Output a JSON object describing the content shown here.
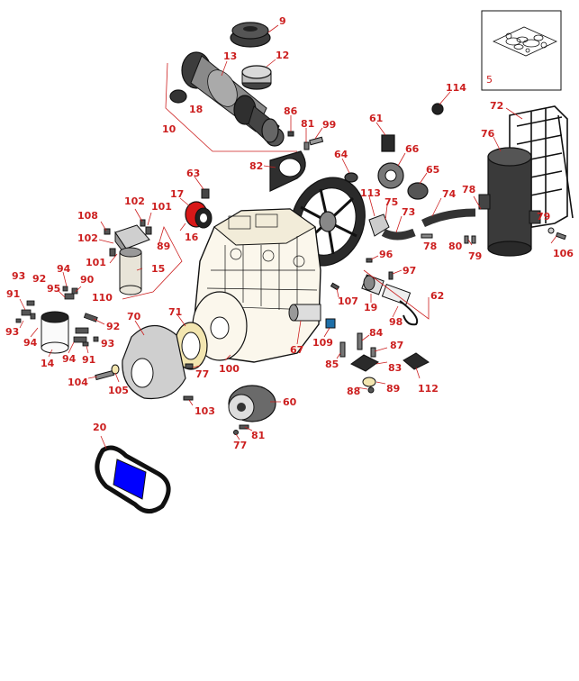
{
  "diagram": {
    "kit_label": "5",
    "callouts": [
      {
        "id": "c9",
        "text": "9"
      },
      {
        "id": "c12",
        "text": "12"
      },
      {
        "id": "c13",
        "text": "13"
      },
      {
        "id": "c18",
        "text": "18"
      },
      {
        "id": "c10",
        "text": "10"
      },
      {
        "id": "c86",
        "text": "86"
      },
      {
        "id": "c81a",
        "text": "81"
      },
      {
        "id": "c99",
        "text": "99"
      },
      {
        "id": "c114",
        "text": "114"
      },
      {
        "id": "c72",
        "text": "72"
      },
      {
        "id": "c61",
        "text": "61"
      },
      {
        "id": "c76",
        "text": "76"
      },
      {
        "id": "c82",
        "text": "82"
      },
      {
        "id": "c64",
        "text": "64"
      },
      {
        "id": "c66",
        "text": "66"
      },
      {
        "id": "c65",
        "text": "65"
      },
      {
        "id": "c63",
        "text": "63"
      },
      {
        "id": "c17",
        "text": "17"
      },
      {
        "id": "c113",
        "text": "113"
      },
      {
        "id": "c75",
        "text": "75"
      },
      {
        "id": "c73",
        "text": "73"
      },
      {
        "id": "c74",
        "text": "74"
      },
      {
        "id": "c78a",
        "text": "78"
      },
      {
        "id": "c79a",
        "text": "79"
      },
      {
        "id": "c108",
        "text": "108"
      },
      {
        "id": "c102a",
        "text": "102"
      },
      {
        "id": "c101a",
        "text": "101"
      },
      {
        "id": "c102b",
        "text": "102"
      },
      {
        "id": "c16",
        "text": "16"
      },
      {
        "id": "c89a",
        "text": "89"
      },
      {
        "id": "c78b",
        "text": "78"
      },
      {
        "id": "c80",
        "text": "80"
      },
      {
        "id": "c79b",
        "text": "79"
      },
      {
        "id": "c106",
        "text": "106"
      },
      {
        "id": "c101b",
        "text": "101"
      },
      {
        "id": "c15",
        "text": "15"
      },
      {
        "id": "c96",
        "text": "96"
      },
      {
        "id": "c94a",
        "text": "94"
      },
      {
        "id": "c93a",
        "text": "93"
      },
      {
        "id": "c92a",
        "text": "92"
      },
      {
        "id": "c90",
        "text": "90"
      },
      {
        "id": "c97",
        "text": "97"
      },
      {
        "id": "c91a",
        "text": "91"
      },
      {
        "id": "c95",
        "text": "95"
      },
      {
        "id": "c110",
        "text": "110"
      },
      {
        "id": "c62",
        "text": "62"
      },
      {
        "id": "c107",
        "text": "107"
      },
      {
        "id": "c19",
        "text": "19"
      },
      {
        "id": "c71",
        "text": "71"
      },
      {
        "id": "c70",
        "text": "70"
      },
      {
        "id": "c92b",
        "text": "92"
      },
      {
        "id": "c98",
        "text": "98"
      },
      {
        "id": "c93b",
        "text": "93"
      },
      {
        "id": "c94b",
        "text": "94"
      },
      {
        "id": "c93c",
        "text": "93"
      },
      {
        "id": "c109",
        "text": "109"
      },
      {
        "id": "c84",
        "text": "84"
      },
      {
        "id": "c67",
        "text": "67"
      },
      {
        "id": "c87",
        "text": "87"
      },
      {
        "id": "c14",
        "text": "14"
      },
      {
        "id": "c94c",
        "text": "94"
      },
      {
        "id": "c91b",
        "text": "91"
      },
      {
        "id": "c85",
        "text": "85"
      },
      {
        "id": "c83",
        "text": "83"
      },
      {
        "id": "c77a",
        "text": "77"
      },
      {
        "id": "c100",
        "text": "100"
      },
      {
        "id": "c104",
        "text": "104"
      },
      {
        "id": "c105",
        "text": "105"
      },
      {
        "id": "c89b",
        "text": "89"
      },
      {
        "id": "c112",
        "text": "112"
      },
      {
        "id": "c88",
        "text": "88"
      },
      {
        "id": "c103",
        "text": "103"
      },
      {
        "id": "c60",
        "text": "60"
      },
      {
        "id": "c20",
        "text": "20"
      },
      {
        "id": "c81b",
        "text": "81"
      },
      {
        "id": "c77b",
        "text": "77"
      }
    ]
  },
  "colors": {
    "callout": "#cc1f1f",
    "belt_highlight": "#0000ff",
    "filter_red": "#d81818",
    "part_dark": "#3c3c3c",
    "part_mid": "#8a8a8a",
    "engine_fill": "#fbf7ec",
    "valve_blue": "#1e6fa8"
  }
}
